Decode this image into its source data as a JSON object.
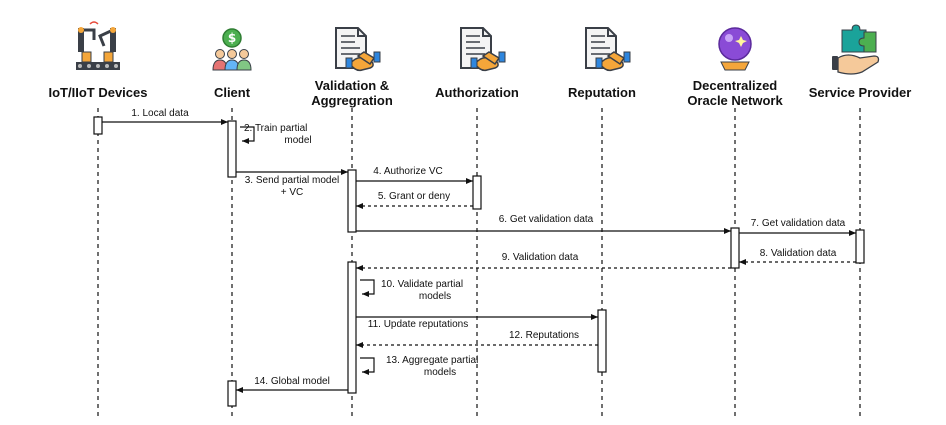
{
  "actors": [
    {
      "id": "iot",
      "label_lines": [
        "IoT/IIoT Devices"
      ],
      "icon": "factory-robot-arm-icon"
    },
    {
      "id": "client",
      "label_lines": [
        "Client"
      ],
      "icon": "users-money-icon"
    },
    {
      "id": "validation",
      "label_lines": [
        "Validation &",
        "Aggregration"
      ],
      "icon": "contract-handshake-icon"
    },
    {
      "id": "authorization",
      "label_lines": [
        "Authorization"
      ],
      "icon": "contract-handshake-icon"
    },
    {
      "id": "reputation",
      "label_lines": [
        "Reputation"
      ],
      "icon": "contract-handshake-icon"
    },
    {
      "id": "oracle",
      "label_lines": [
        "Decentralized",
        "Oracle Network"
      ],
      "icon": "crystal-ball-icon"
    },
    {
      "id": "provider",
      "label_lines": [
        "Service Provider"
      ],
      "icon": "hand-puzzle-icon"
    }
  ],
  "messages": [
    {
      "label_lines": [
        "1. Local data"
      ],
      "from": "iot",
      "to": "client",
      "style": "solid"
    },
    {
      "label_lines": [
        "2. Train partial",
        "model"
      ],
      "from": "client",
      "to": "client",
      "style": "self"
    },
    {
      "label_lines": [
        "3. Send partial model",
        "+ VC"
      ],
      "from": "client",
      "to": "validation",
      "style": "solid"
    },
    {
      "label_lines": [
        "4. Authorize VC"
      ],
      "from": "validation",
      "to": "authorization",
      "style": "solid"
    },
    {
      "label_lines": [
        "5. Grant or deny"
      ],
      "from": "authorization",
      "to": "validation",
      "style": "dashed"
    },
    {
      "label_lines": [
        "6. Get validation data"
      ],
      "from": "validation",
      "to": "oracle",
      "style": "solid"
    },
    {
      "label_lines": [
        "7. Get validation data"
      ],
      "from": "oracle",
      "to": "provider",
      "style": "solid"
    },
    {
      "label_lines": [
        "8. Validation data"
      ],
      "from": "provider",
      "to": "oracle",
      "style": "dashed"
    },
    {
      "label_lines": [
        "9. Validation data"
      ],
      "from": "oracle",
      "to": "validation",
      "style": "dashed"
    },
    {
      "label_lines": [
        "10. Validate partial",
        "models"
      ],
      "from": "validation",
      "to": "validation",
      "style": "self"
    },
    {
      "label_lines": [
        "11. Update reputations"
      ],
      "from": "validation",
      "to": "reputation",
      "style": "solid"
    },
    {
      "label_lines": [
        "12. Reputations"
      ],
      "from": "reputation",
      "to": "validation",
      "style": "dashed"
    },
    {
      "label_lines": [
        "13. Aggregate partial",
        "models"
      ],
      "from": "validation",
      "to": "validation",
      "style": "self"
    },
    {
      "label_lines": [
        "14. Global model"
      ],
      "from": "validation",
      "to": "client",
      "style": "solid"
    }
  ],
  "colors": {
    "line": "#111111",
    "arrow": "#111111",
    "icon_dark": "#3a3f47",
    "icon_orange": "#f4a63a",
    "icon_green": "#4caf50",
    "icon_purple": "#8a4bd6",
    "icon_teal": "#1aa39a"
  }
}
